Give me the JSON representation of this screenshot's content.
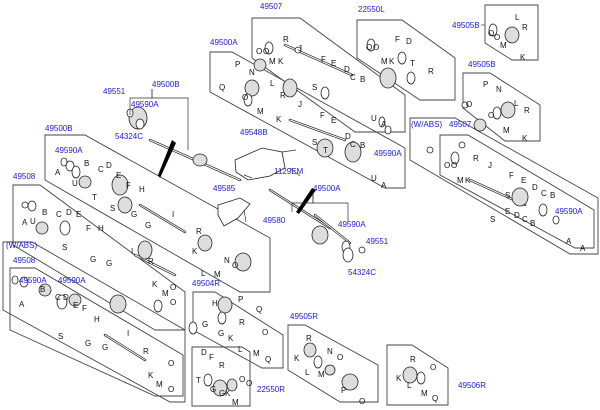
{
  "diagram": {
    "type": "exploded parts diagram - drive shaft assemblies",
    "colors": {
      "part_number": "#1a1acc",
      "letter": "#111111",
      "outline": "#444444"
    },
    "part_numbers": [
      "49507",
      "22550L",
      "49505B",
      "49505B",
      "49500A",
      "(W/ABS)",
      "49507",
      "49551",
      "49500B",
      "49590A",
      "54324C",
      "49500B",
      "49590A",
      "49508",
      "49548B",
      "1129EM",
      "49585",
      "49580",
      "49500A",
      "49590A",
      "49551",
      "54324C",
      "49590A",
      "49590A",
      "(W/ABS)",
      "49508",
      "49590A",
      "49504R",
      "49505R",
      "22550R",
      "49506R",
      "49590A"
    ],
    "letters": {
      "p49507_top": [
        "O",
        "O",
        "M",
        "K",
        "R",
        "J",
        "F",
        "E",
        "S",
        "D",
        "C",
        "B",
        "U",
        "A"
      ],
      "p22550L": [
        "O",
        "O",
        "M",
        "K",
        "F",
        "D",
        "T",
        "R"
      ],
      "p49505B_top": [
        "O",
        "O",
        "M",
        "L",
        "R",
        "K"
      ],
      "p49500A_mid": [
        "Q",
        "O",
        "P",
        "N",
        "M",
        "L",
        "R",
        "K",
        "J",
        "F",
        "E",
        "S",
        "D",
        "C",
        "B",
        "T",
        "U",
        "A"
      ],
      "p49505B_2": [
        "O",
        "P",
        "N",
        "O",
        "M",
        "L",
        "R",
        "K"
      ],
      "p49507_abs": [
        "O",
        "O",
        "M",
        "K",
        "R",
        "J",
        "F",
        "E",
        "D",
        "C",
        "B",
        "S",
        "A"
      ],
      "p49500B": [
        "A",
        "U",
        "B",
        "C",
        "D",
        "E",
        "F",
        "T",
        "S",
        "H",
        "G",
        "G",
        "I",
        "R",
        "K",
        "L",
        "M",
        "N",
        "O",
        "P",
        "Q"
      ],
      "p49508": [
        "A",
        "U",
        "B",
        "C",
        "D",
        "E",
        "F",
        "S",
        "H",
        "G",
        "G",
        "I",
        "R",
        "K",
        "M",
        "O",
        "O"
      ],
      "p49508_abs": [
        "A",
        "B",
        "C",
        "D",
        "E",
        "F",
        "S",
        "H",
        "G",
        "G",
        "I",
        "R",
        "K",
        "M",
        "O",
        "O"
      ],
      "p49504R": [
        "H",
        "G",
        "G",
        "K",
        "R",
        "L",
        "M",
        "O",
        "Q"
      ],
      "p22550R": [
        "D",
        "F",
        "T",
        "R",
        "G",
        "G",
        "K",
        "M",
        "O",
        "O"
      ],
      "p49505R": [
        "R",
        "K",
        "L",
        "M",
        "N",
        "O",
        "P",
        "O"
      ],
      "p49506R": [
        "R",
        "K",
        "L",
        "M",
        "O",
        "Q"
      ],
      "p49500A_low": [
        "E",
        "D",
        "C",
        "B",
        "S",
        "A"
      ]
    }
  }
}
